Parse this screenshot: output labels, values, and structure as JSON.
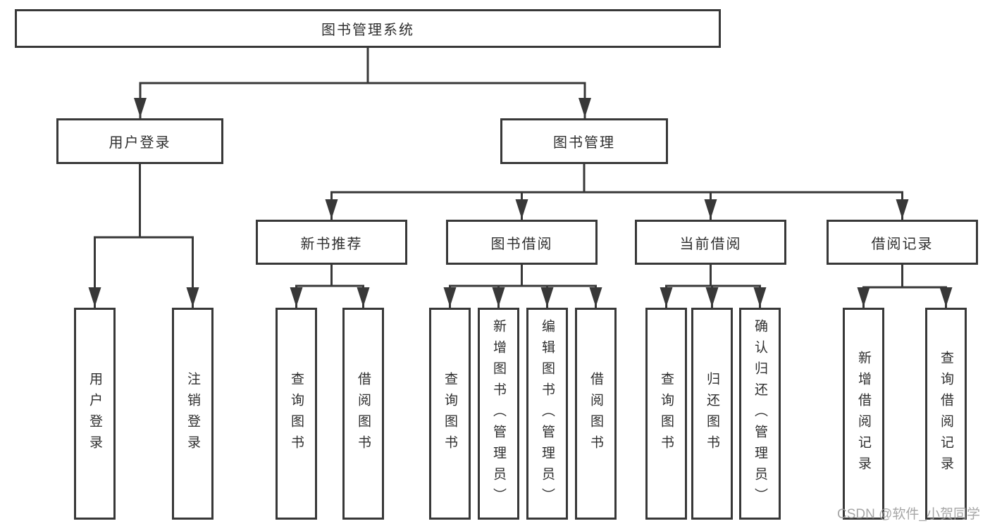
{
  "diagram": {
    "title_node": {
      "label": "图书管理系统"
    },
    "level2": [
      {
        "label": "用户登录"
      },
      {
        "label": "图书管理"
      }
    ],
    "level3": [
      {
        "label": "新书推荐"
      },
      {
        "label": "图书借阅"
      },
      {
        "label": "当前借阅"
      },
      {
        "label": "借阅记录"
      }
    ],
    "leaves": {
      "user_login": [
        {
          "label": "用户登录"
        },
        {
          "label": "注销登录"
        }
      ],
      "new_books": [
        {
          "label": "查询图书"
        },
        {
          "label": "借阅图书"
        }
      ],
      "book_borrow": [
        {
          "label": "查询图书"
        },
        {
          "label": "新增图书（管理员）"
        },
        {
          "label": "编辑图书（管理员）"
        },
        {
          "label": "借阅图书"
        }
      ],
      "current_borrow": [
        {
          "label": "查询图书"
        },
        {
          "label": "归还图书"
        },
        {
          "label": "确认归还（管理员）"
        }
      ],
      "borrow_records": [
        {
          "label": "新增借阅记录"
        },
        {
          "label": "查询借阅记录"
        }
      ]
    }
  },
  "watermark": {
    "text": "CSDN @软件_小贺同学"
  },
  "colors": {
    "line": "#383838",
    "text": "#2f2f2f",
    "box_background": "#ffffff",
    "watermark": "#9d9d9d",
    "page_background": "#ffffff"
  }
}
